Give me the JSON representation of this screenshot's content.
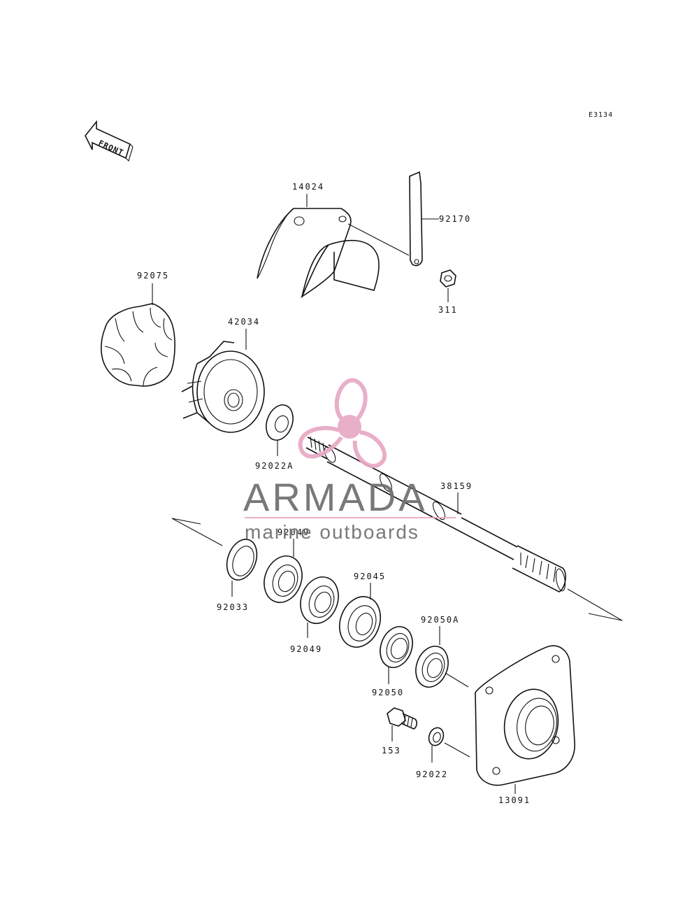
{
  "diagram_code": "E3134",
  "front_label": "FRONT",
  "parts": [
    {
      "id": "p14024",
      "number": "14024"
    },
    {
      "id": "p92170",
      "number": "92170"
    },
    {
      "id": "p311",
      "number": "311"
    },
    {
      "id": "p92075",
      "number": "92075"
    },
    {
      "id": "p42034",
      "number": "42034"
    },
    {
      "id": "p92022A",
      "number": "92022A"
    },
    {
      "id": "p38159",
      "number": "38159"
    },
    {
      "id": "p92049a",
      "number": "92049"
    },
    {
      "id": "p92033",
      "number": "92033"
    },
    {
      "id": "p92049b",
      "number": "92049"
    },
    {
      "id": "p92045",
      "number": "92045"
    },
    {
      "id": "p92050A",
      "number": "92050A"
    },
    {
      "id": "p92050",
      "number": "92050"
    },
    {
      "id": "p153",
      "number": "153"
    },
    {
      "id": "p92022",
      "number": "92022"
    },
    {
      "id": "p13091",
      "number": "13091"
    }
  ],
  "watermark": {
    "brand": "ARMADA",
    "tagline": "marine outboards",
    "color_text": "#6e6e6e",
    "color_logo": "#e8a9c4"
  }
}
